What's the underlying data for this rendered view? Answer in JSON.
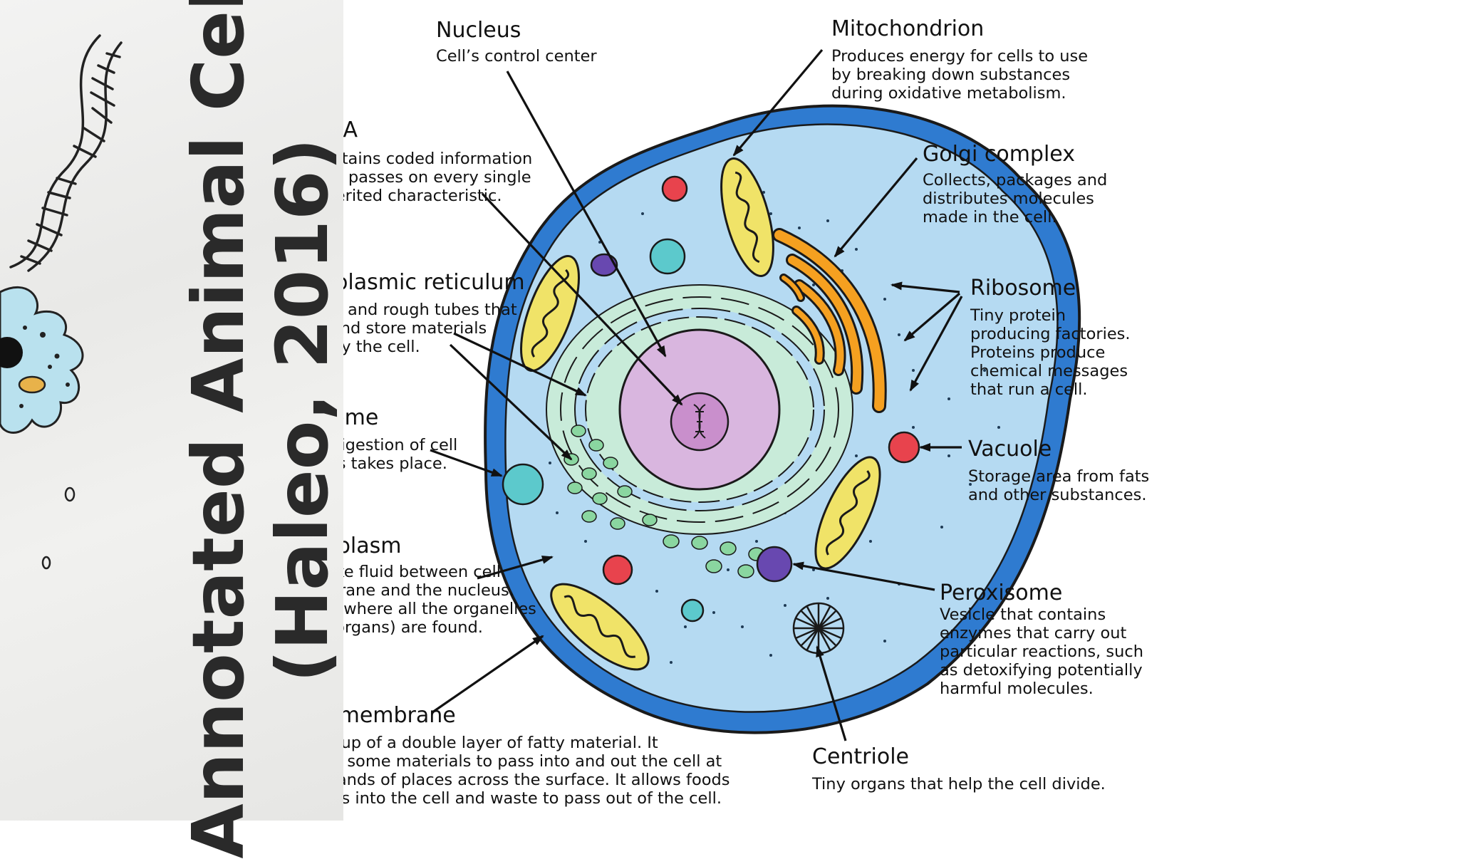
{
  "slide": {
    "title_line1": "Annotated Animal Cell",
    "title_line2": "(Haleo, 2016)"
  },
  "labels": {
    "nucleus": {
      "title": "Nucleus",
      "desc": [
        "Cell’s control center"
      ]
    },
    "dna": {
      "title": "DNA",
      "desc": [
        "Contains coded information",
        "that passes on every single",
        "inherited characteristic."
      ]
    },
    "er": {
      "title": "Endoplasmic reticulum",
      "desc": [
        "Smooth and rough tubes that",
        "move and store materials",
        "made by the cell."
      ]
    },
    "lysosome": {
      "title": "Lysosome",
      "desc": [
        "Where digestion of cell",
        "nutrients takes place."
      ]
    },
    "cytoplasm": {
      "title": "Cytoplasm",
      "desc": [
        "Jelly-like fluid between cell",
        "membrane and the nucleus.",
        "This is where all the organelles",
        "(little organs) are found."
      ]
    },
    "membrane": {
      "title": "Cell membrane",
      "desc": [
        "Made up of a double layer of fatty material. It",
        "allows some materials to pass into and out the cell at",
        "thousands of places across the surface. It allows foods",
        "to pass into the cell and waste to pass out of the cell."
      ]
    },
    "mitochondrion": {
      "title": "Mitochondrion",
      "desc": [
        "Produces energy for cells to use",
        "by breaking down substances",
        "during oxidative metabolism."
      ]
    },
    "golgi": {
      "title": "Golgi complex",
      "desc": [
        "Collects, packages and",
        "distributes molecules",
        "made in the cell."
      ]
    },
    "ribosome": {
      "title": "Ribosome",
      "desc": [
        "Tiny protein",
        "producing factories.",
        "Proteins produce",
        "chemical messages",
        "that run a cell."
      ]
    },
    "vacuole": {
      "title": "Vacuole",
      "desc": [
        "Storage area from fats",
        "and other substances."
      ]
    },
    "peroxisome": {
      "title": "Peroxisome",
      "desc": [
        "Vesicle that contains",
        "enzymes that carry out",
        "particular reactions, such",
        "as detoxifying potentially",
        "harmful molecules."
      ]
    },
    "centriole": {
      "title": "Centriole",
      "desc": [
        "Tiny organs that help the cell divide."
      ]
    }
  },
  "colors": {
    "membrane": "#2f7bd0",
    "cytoplasm": "#b5daf2",
    "nucleus": "#d9b6df",
    "nucleolus": "#c98fcc",
    "er": "#c8ebd9",
    "mitochondria": "#f0e368",
    "golgi": "#f5a020",
    "lysosome": "#5cc9cc",
    "vacuole": "#e8434d",
    "peroxisome": "#6848b0"
  }
}
